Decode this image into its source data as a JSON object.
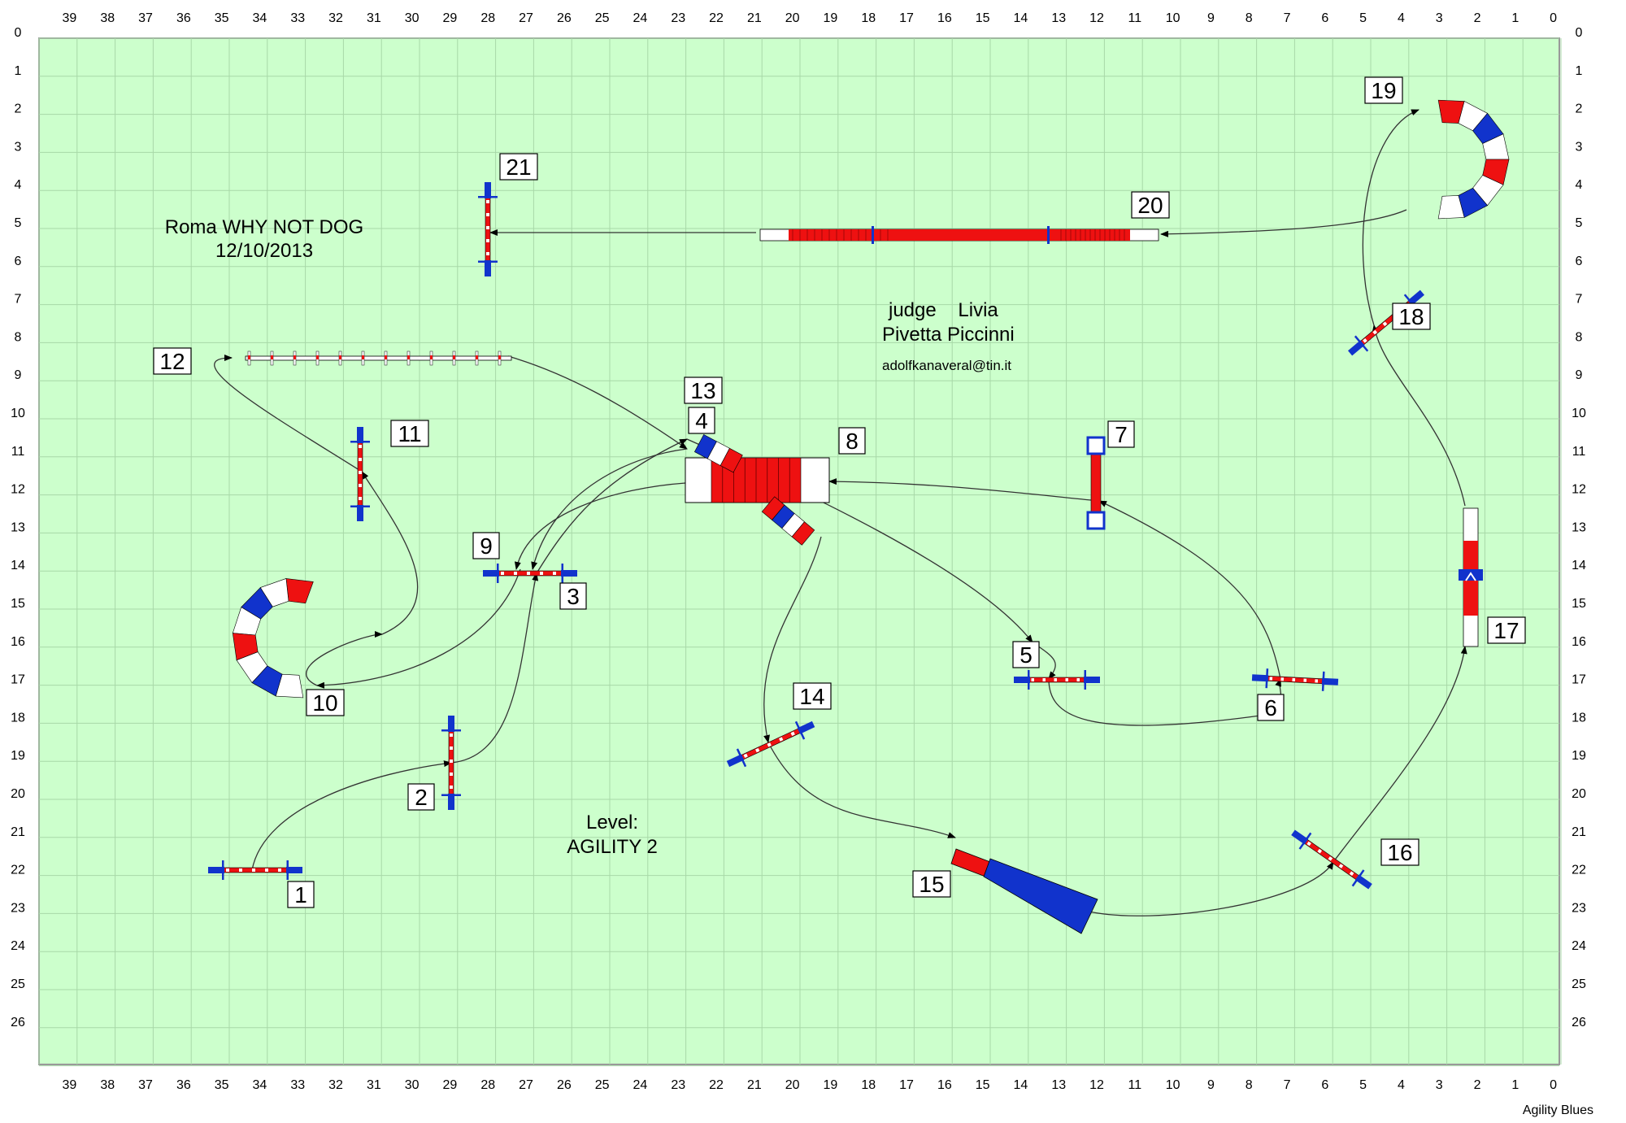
{
  "course_map": {
    "x_axis_labels": [
      "39",
      "38",
      "37",
      "36",
      "35",
      "34",
      "33",
      "32",
      "31",
      "30",
      "29",
      "28",
      "27",
      "26",
      "25",
      "24",
      "23",
      "22",
      "21",
      "20",
      "19",
      "18",
      "17",
      "16",
      "15",
      "14",
      "13",
      "12",
      "11",
      "10",
      "9",
      "8",
      "7",
      "6",
      "5",
      "4",
      "3",
      "2",
      "1",
      "0"
    ],
    "y_axis_labels": [
      "0",
      "1",
      "2",
      "3",
      "4",
      "5",
      "6",
      "7",
      "8",
      "9",
      "10",
      "11",
      "12",
      "13",
      "14",
      "15",
      "16",
      "17",
      "18",
      "19",
      "20",
      "21",
      "22",
      "23",
      "24",
      "25",
      "26"
    ],
    "title_lines": [
      "Roma WHY NOT DOG",
      "12/10/2013"
    ],
    "judge_lines": [
      "judge    Livia",
      "Pivetta Piccinni"
    ],
    "email": "adolfkanaveral@tin.it",
    "level_lines": [
      "Level:",
      "AGILITY 2"
    ],
    "obstacle_numbers": [
      "1",
      "2",
      "3",
      "4",
      "5",
      "6",
      "7",
      "8",
      "9",
      "10",
      "11",
      "12",
      "13",
      "14",
      "15",
      "16",
      "17",
      "18",
      "19",
      "20",
      "21"
    ],
    "footer": "Agility Blues",
    "colors": {
      "field": "#ccffcc",
      "grid": "#a8d8a8",
      "red": "#ee1111",
      "blue": "#1133cc",
      "white": "#ffffff"
    }
  }
}
